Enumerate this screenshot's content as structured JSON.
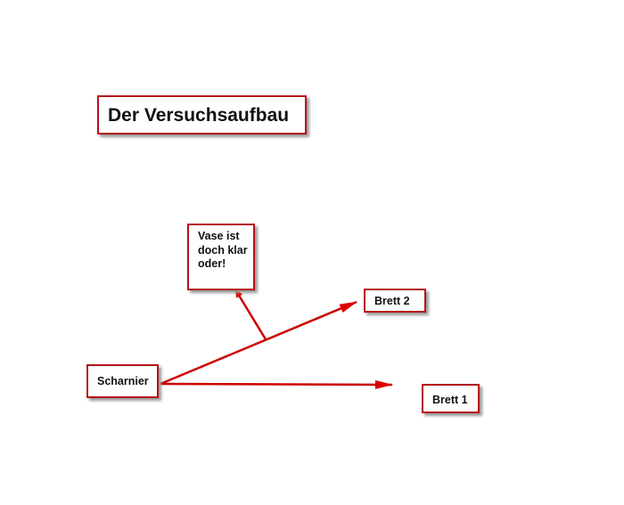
{
  "title": "Der Versuchsaufbau",
  "vase": "Vase ist doch klar oder!",
  "brett2": "Brett 2",
  "scharnier": "Scharnier",
  "brett1": "Brett 1",
  "colors": {
    "accent": "#cc0000"
  }
}
